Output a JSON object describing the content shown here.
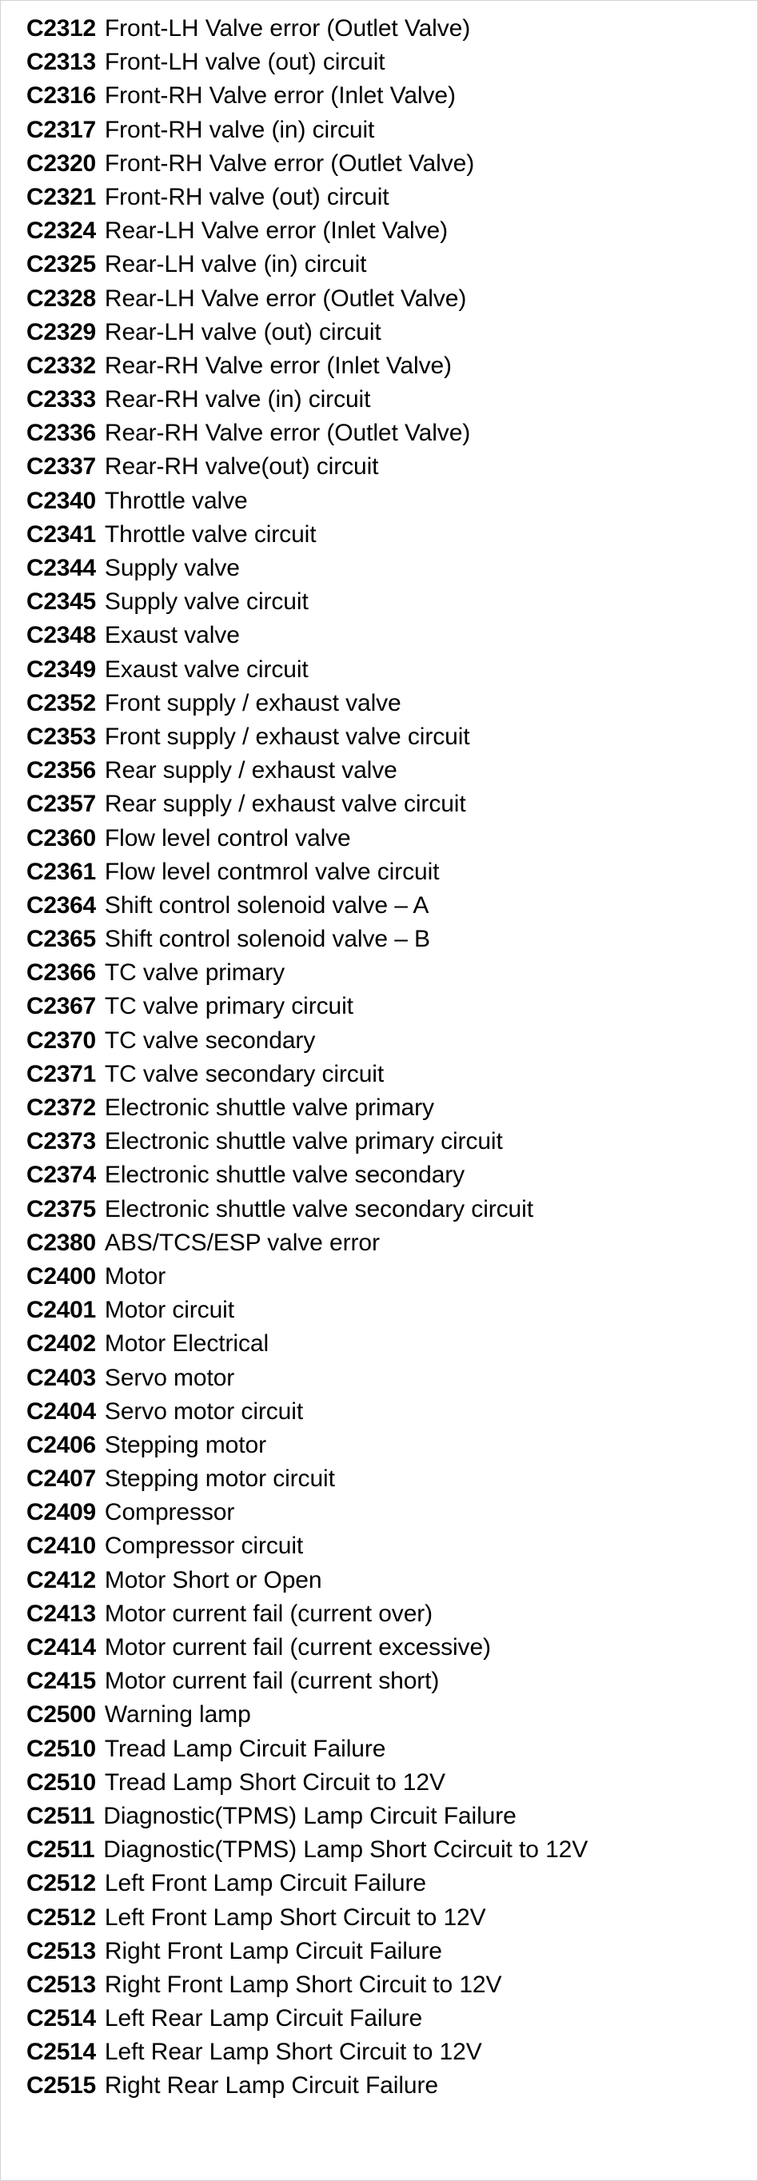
{
  "document": {
    "type": "diagnostic-trouble-code-list",
    "background_color": "#ffffff",
    "text_color": "#000000",
    "border_color": "#d2d2d2"
  },
  "rows": [
    {
      "code": "C2312",
      "description": "Front-LH Valve error (Outlet Valve)"
    },
    {
      "code": "C2313",
      "description": "Front-LH valve (out) circuit"
    },
    {
      "code": "C2316",
      "description": "Front-RH Valve error (Inlet Valve)"
    },
    {
      "code": "C2317",
      "description": "Front-RH valve (in) circuit"
    },
    {
      "code": "C2320",
      "description": "Front-RH Valve error (Outlet Valve)"
    },
    {
      "code": "C2321",
      "description": "Front-RH valve (out) circuit"
    },
    {
      "code": "C2324",
      "description": "Rear-LH Valve error (Inlet Valve)"
    },
    {
      "code": "C2325",
      "description": "Rear-LH valve (in) circuit"
    },
    {
      "code": "C2328",
      "description": "Rear-LH Valve error (Outlet Valve)"
    },
    {
      "code": "C2329",
      "description": "Rear-LH valve (out) circuit"
    },
    {
      "code": "C2332",
      "description": "Rear-RH Valve error (Inlet Valve)"
    },
    {
      "code": "C2333",
      "description": "Rear-RH valve (in) circuit"
    },
    {
      "code": "C2336",
      "description": "Rear-RH Valve error (Outlet Valve)"
    },
    {
      "code": "C2337",
      "description": "Rear-RH valve(out) circuit"
    },
    {
      "code": "C2340",
      "description": "Throttle valve"
    },
    {
      "code": "C2341",
      "description": "Throttle valve circuit"
    },
    {
      "code": "C2344",
      "description": "Supply valve"
    },
    {
      "code": "C2345",
      "description": "Supply valve circuit"
    },
    {
      "code": "C2348",
      "description": "Exaust valve"
    },
    {
      "code": "C2349",
      "description": "Exaust valve circuit"
    },
    {
      "code": "C2352",
      "description": "Front supply / exhaust valve"
    },
    {
      "code": "C2353",
      "description": "Front supply / exhaust valve circuit"
    },
    {
      "code": "C2356",
      "description": "Rear supply / exhaust valve"
    },
    {
      "code": "C2357",
      "description": "Rear supply / exhaust valve circuit"
    },
    {
      "code": "C2360",
      "description": "Flow level control valve"
    },
    {
      "code": "C2361",
      "description": "Flow level contmrol valve circuit"
    },
    {
      "code": "C2364",
      "description": "Shift control solenoid valve – A"
    },
    {
      "code": "C2365",
      "description": "Shift control solenoid valve – B"
    },
    {
      "code": "C2366",
      "description": "TC valve primary"
    },
    {
      "code": "C2367",
      "description": "TC valve primary circuit"
    },
    {
      "code": "C2370",
      "description": "TC valve secondary"
    },
    {
      "code": "C2371",
      "description": "TC valve secondary circuit"
    },
    {
      "code": "C2372",
      "description": "Electronic shuttle valve primary"
    },
    {
      "code": "C2373",
      "description": "Electronic shuttle valve primary circuit"
    },
    {
      "code": "C2374",
      "description": "Electronic shuttle valve secondary"
    },
    {
      "code": "C2375",
      "description": "Electronic shuttle valve secondary circuit"
    },
    {
      "code": "C2380",
      "description": "ABS/TCS/ESP valve error"
    },
    {
      "code": "C2400",
      "description": "Motor"
    },
    {
      "code": "C2401",
      "description": "Motor circuit"
    },
    {
      "code": "C2402",
      "description": "Motor Electrical"
    },
    {
      "code": "C2403",
      "description": "Servo motor"
    },
    {
      "code": "C2404",
      "description": "Servo motor circuit"
    },
    {
      "code": "C2406",
      "description": "Stepping motor"
    },
    {
      "code": "C2407",
      "description": "Stepping motor circuit"
    },
    {
      "code": "C2409",
      "description": "Compressor"
    },
    {
      "code": "C2410",
      "description": "Compressor circuit"
    },
    {
      "code": "C2412",
      "description": "Motor Short or Open"
    },
    {
      "code": "C2413",
      "description": "Motor current fail (current over)"
    },
    {
      "code": "C2414",
      "description": "Motor current fail (current excessive)"
    },
    {
      "code": "C2415",
      "description": "Motor current fail (current short)"
    },
    {
      "code": "C2500",
      "description": "Warning lamp"
    },
    {
      "code": "C2510",
      "description": "Tread Lamp Circuit Failure"
    },
    {
      "code": "C2510",
      "description": "Tread Lamp Short Circuit to 12V"
    },
    {
      "code": "C2511",
      "description": "Diagnostic(TPMS) Lamp Circuit Failure"
    },
    {
      "code": "C2511",
      "description": "Diagnostic(TPMS) Lamp Short Ccircuit to 12V"
    },
    {
      "code": "C2512",
      "description": "Left Front Lamp Circuit Failure"
    },
    {
      "code": "C2512",
      "description": "Left Front Lamp Short Circuit to 12V"
    },
    {
      "code": "C2513",
      "description": "Right Front Lamp Circuit Failure"
    },
    {
      "code": "C2513",
      "description": "Right Front Lamp Short Circuit to 12V"
    },
    {
      "code": "C2514",
      "description": "Left Rear Lamp Circuit Failure"
    },
    {
      "code": "C2514",
      "description": "Left Rear Lamp Short Circuit to 12V"
    },
    {
      "code": "C2515",
      "description": "Right Rear Lamp Circuit Failure"
    }
  ]
}
